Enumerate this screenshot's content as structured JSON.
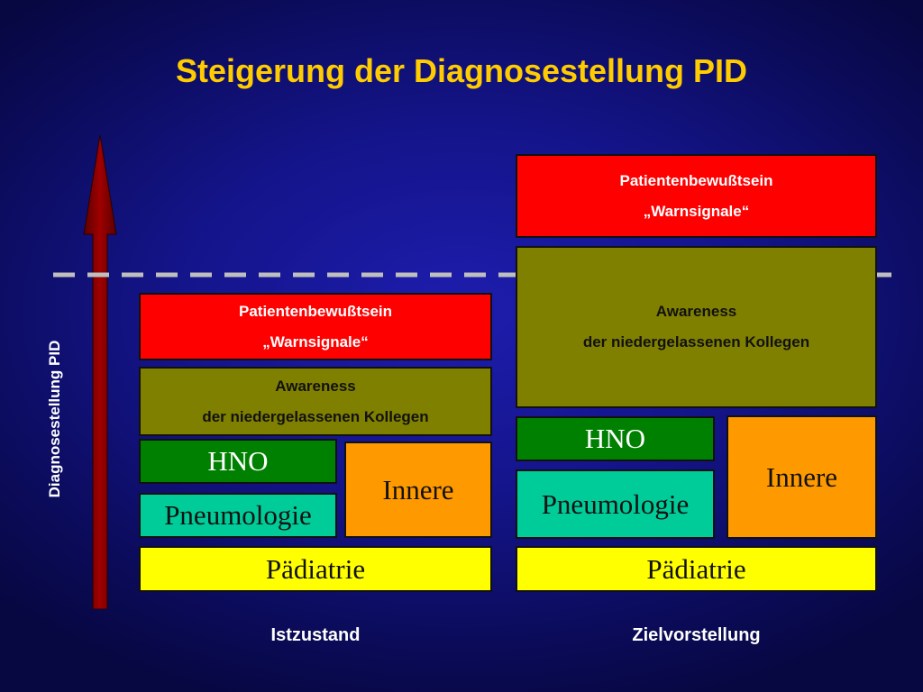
{
  "title": "Steigerung der Diagnosestellung PID",
  "axis_label": "Diagnosestellung PID",
  "colors": {
    "background": "#14148a",
    "title": "#ffcc00",
    "arrow": "#8b0000",
    "dashed_line": "#bfbfbf",
    "patient": "#ff0000",
    "awareness": "#808000",
    "hno": "#008000",
    "innere": "#ff9900",
    "pneumologie": "#00cc99",
    "paediatrie": "#ffff00"
  },
  "columns": [
    {
      "label": "Istzustand",
      "patient": {
        "line1": "Patientenbewußtsein",
        "line2": "„Warnsignale“"
      },
      "awareness": {
        "line1": "Awareness",
        "line2": "der niedergelassenen Kollegen"
      },
      "hno": "HNO",
      "innere": "Innere",
      "pneumologie": "Pneumologie",
      "paediatrie": "Pädiatrie"
    },
    {
      "label": "Zielvorstellung",
      "patient": {
        "line1": "Patientenbewußtsein",
        "line2": "„Warnsignale“"
      },
      "awareness": {
        "line1": "Awareness",
        "line2": "der niedergelassenen Kollegen"
      },
      "hno": "HNO",
      "innere": "Innere",
      "pneumologie": "Pneumologie",
      "paediatrie": "Pädiatrie"
    }
  ]
}
